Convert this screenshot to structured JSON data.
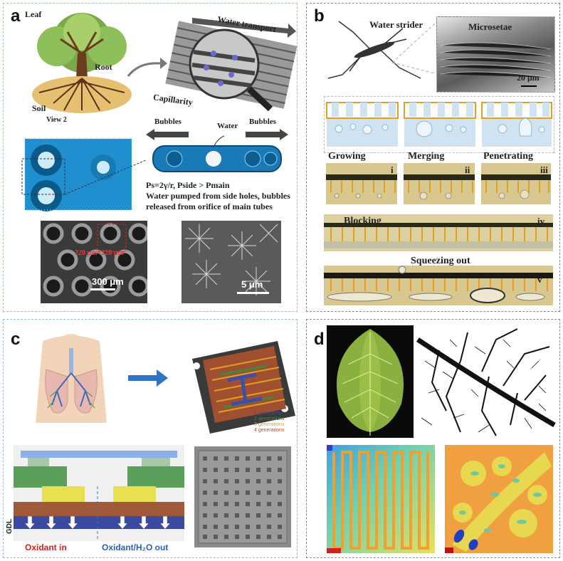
{
  "panels": {
    "a": {
      "label": "a",
      "tree": {
        "leaf": "Leaf",
        "root": "Root",
        "soil": "Soil"
      },
      "water_transport": "Water transport",
      "capillarity": "Capillarity",
      "view2": "View 2",
      "bubbles_left": "Bubbles",
      "bubbles_right": "Bubbles",
      "water": "Water",
      "equation": "Ps=2γ/r, Pside > Pmain",
      "caption_line1": "Water pumped from side holes, bubbles",
      "caption_line2": "released from orifice of main tubes",
      "sem_left_dim": "220 μm×220 μm",
      "scale_left": "300 μm",
      "scale_right": "5 μm"
    },
    "b": {
      "label": "b",
      "water_strider": "Water strider",
      "microsetae": "Microsetae",
      "scale": "20 μm",
      "growing": "Growing",
      "merging": "Merging",
      "penetrating": "Penetrating",
      "i": "i",
      "ii": "ii",
      "iii": "iii",
      "blocking": "Blocking",
      "iv": "iv",
      "squeezing": "Squeezing out",
      "v": "v"
    },
    "c": {
      "label": "c",
      "legend": [
        "1 generation",
        "2 generations",
        "3 generations",
        "4 generations"
      ],
      "legend_colors": [
        "#3b4fa8",
        "#3d8a3d",
        "#e0a020",
        "#d04020"
      ],
      "gdl": "GDL",
      "oxidant_in": "Oxidant in",
      "oxidant_out": "Oxidant/H₂O out"
    },
    "d": {
      "label": "d"
    }
  }
}
